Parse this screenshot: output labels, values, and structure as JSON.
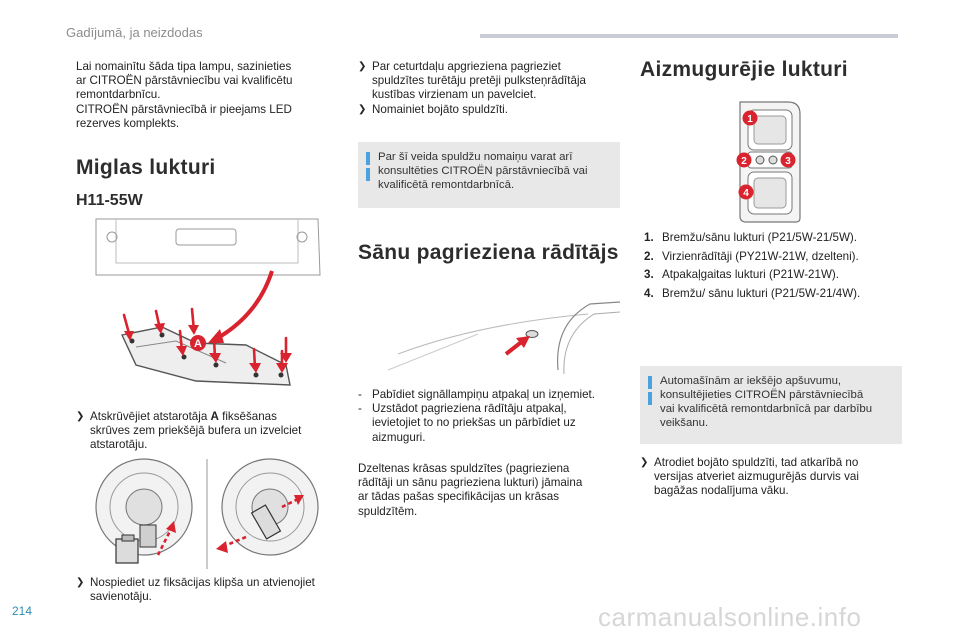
{
  "header": {
    "title": "Gadījumā, ja neizdodas"
  },
  "page_number": "214",
  "watermark": "carmanualsonline.info",
  "col1": {
    "intro_lines": [
      "Lai nomainītu šāda tipa lampu, sazinieties",
      "ar CITROËN pārstāvniecību vai kvalificētu",
      "remontdarbnīcu.",
      "CITROËN pārstāvniecībā ir pieejams LED",
      "rezerves komplekts."
    ],
    "section_title": "Miglas lukturi",
    "subsection_title": "H11-55W",
    "figure_label": "A",
    "step1_prefix": "Atskrūvējiet atstarotāja ",
    "step1_bold": "A",
    "step1_suffix": " fiksēšanas",
    "step1_lines": [
      "skrūves zem priekšējā bufera un izvelciet",
      "atstarotāju."
    ],
    "step2_lines": [
      "Nospiediet uz fiksācijas klipša un atvienojiet",
      "savienotāju."
    ]
  },
  "col2": {
    "step_lines": [
      "Par ceturtdaļu apgrieziena pagrieziet",
      "spuldzītes turētāju pretēji pulksteņrādītāja",
      "kustības virzienam un pavelciet."
    ],
    "step2": "Nomainiet bojāto spuldzīti.",
    "note_lines": [
      "Par šī veida spuldžu nomaiņu varat arī",
      "konsultēties CITROËN pārstāvniecībā vai",
      "kvalificētā remontdarbnīcā."
    ],
    "section_title": "Sānu pagrieziena rādītājs",
    "dash1": "Pabīdiet signāllampiņu atpakaļ un izņemiet.",
    "dash2_lines": [
      "Uzstādot pagrieziena rādītāju atpakaļ,",
      "ievietojiet to no priekšas un pārbīdiet uz",
      "aizmuguri."
    ],
    "para_lines": [
      "Dzeltenas krāsas spuldzītes (pagrieziena",
      "rādītāji un sānu pagrieziena lukturi) jāmaina",
      "ar tādas pašas specifikācijas un krāsas",
      "spuldzītēm."
    ]
  },
  "col3": {
    "section_title": "Aizmugurējie lukturi",
    "callouts": [
      "1",
      "2",
      "3",
      "4"
    ],
    "list": [
      {
        "num": "1.",
        "text": "Bremžu/sānu lukturi (P21/5W-21/5W)."
      },
      {
        "num": "2.",
        "text": "Virzienrādītāji (PY21W-21W, dzelteni)."
      },
      {
        "num": "3.",
        "text": "Atpakaļgaitas lukturi (P21W-21W)."
      },
      {
        "num": "4.",
        "text": "Bremžu/ sānu lukturi (P21/5W-21/4W)."
      }
    ],
    "note_lines": [
      "Automašīnām ar iekšējo apšuvumu,",
      "konsultējieties CITROËN pārstāvniecībā",
      "vai kvalificētā remontdarbnīcā par darbību",
      "veikšanu."
    ],
    "step_lines": [
      "Atrodiet bojāto spuldzīti, tad atkarībā no",
      "versijas atveriet aizmugurējās durvis vai",
      "bagāžas nodalījuma vāku."
    ]
  },
  "colors": {
    "accent_red": "#d9232e",
    "note_bar": "#4aa3df",
    "note_bg": "#e8e8e8",
    "page_num": "#2f8fb0"
  }
}
